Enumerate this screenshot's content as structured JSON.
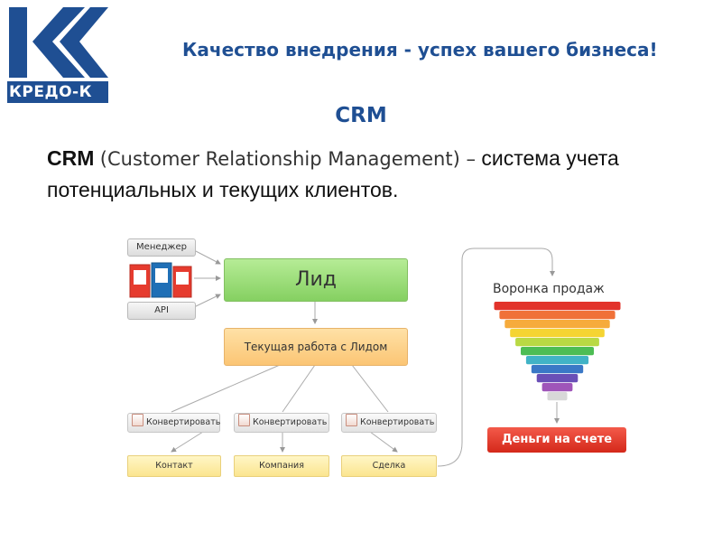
{
  "header": {
    "logo_text": "КРЕДО-К",
    "slogan": "Качество внедрения - успех вашего бизнеса!"
  },
  "title": "CRM",
  "description": {
    "term": "CRM",
    "expansion": "(Customer Relationship Management) –",
    "text": "система учета потенциальных и текущих клиентов."
  },
  "diagram": {
    "sources": [
      "Менеджер",
      "API"
    ],
    "lead": "Лид",
    "work": "Текущая работа с Лидом",
    "convert_label": "Конвертировать",
    "targets": [
      "Контакт",
      "Компания",
      "Сделка"
    ],
    "funnel_title": "Воронка продаж",
    "money": "Деньги на счете"
  },
  "colors": {
    "brand_blue": "#1f4f93",
    "lead_green": "#85d061",
    "work_orange": "#fbc574",
    "money_red": "#d4281a",
    "funnel_layers": [
      "#e2332b",
      "#f07138",
      "#f6ab3c",
      "#f5d432",
      "#b9d944",
      "#4dbd54",
      "#41b3c6",
      "#3a78c6",
      "#6a4fb7",
      "#9f55b9",
      "#d8d8d8"
    ]
  }
}
